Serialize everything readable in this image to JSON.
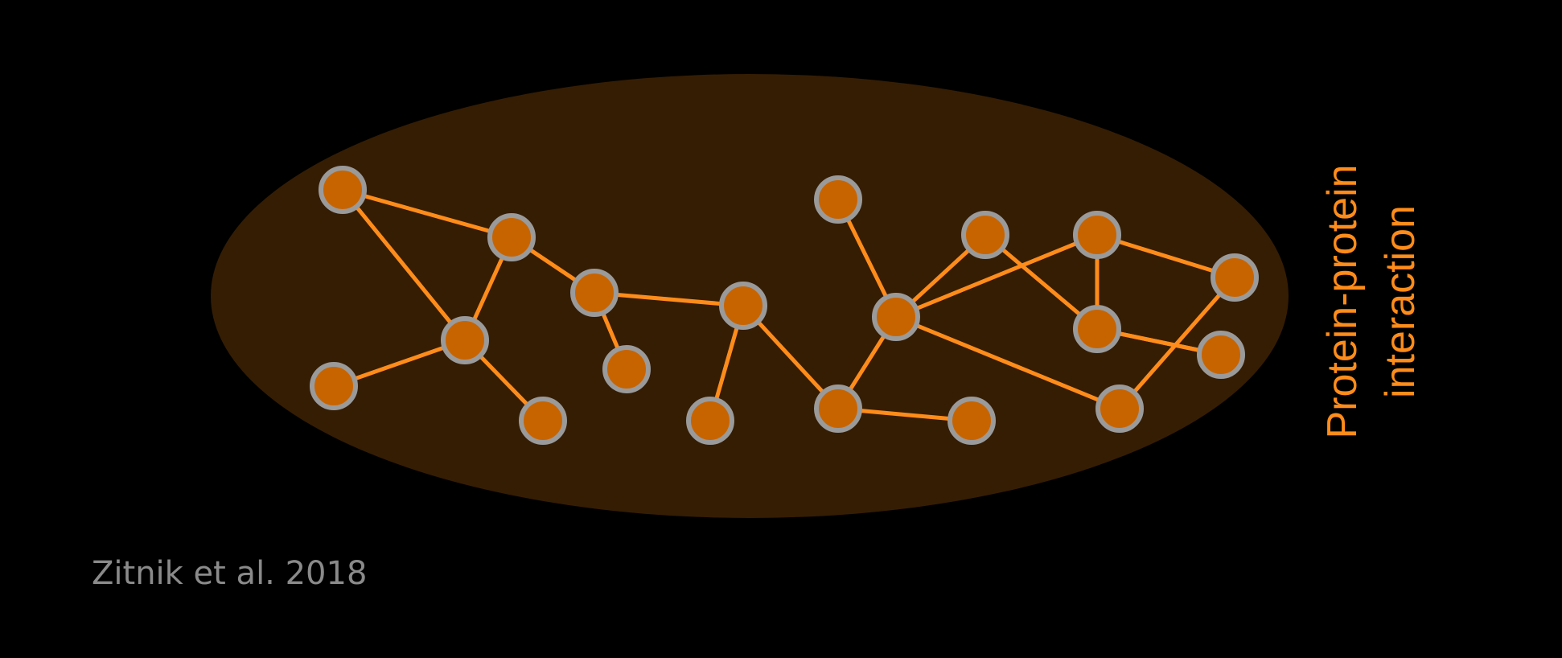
{
  "colors": {
    "background": "#000000",
    "cluster_fill": "#351d04",
    "edge": "#ff8c1a",
    "node_fill": "#c86400",
    "node_ring": "#9a9a9a",
    "label": "#ff8c1a",
    "citation": "#8a8a8a"
  },
  "label": {
    "line1": "Protein-protein",
    "line2": "interaction"
  },
  "citation": "Zitnik et al. 2018",
  "graph": {
    "nodes": [
      "n1",
      "n2",
      "n3",
      "n4",
      "n5",
      "n6",
      "n7",
      "n8",
      "n9",
      "n10",
      "n11",
      "n12",
      "n13",
      "n14",
      "n15",
      "n16",
      "n17",
      "n18",
      "n19",
      "n20",
      "n21"
    ],
    "edges": [
      [
        "n1",
        "n2"
      ],
      [
        "n1",
        "n3"
      ],
      [
        "n2",
        "n3"
      ],
      [
        "n3",
        "n4"
      ],
      [
        "n3",
        "n5"
      ],
      [
        "n2",
        "n6"
      ],
      [
        "n6",
        "n7"
      ],
      [
        "n6",
        "n8"
      ],
      [
        "n8",
        "n9"
      ],
      [
        "n8",
        "n10"
      ],
      [
        "n10",
        "n12"
      ],
      [
        "n10",
        "n13"
      ],
      [
        "n11",
        "n12"
      ],
      [
        "n12",
        "n14"
      ],
      [
        "n12",
        "n15"
      ],
      [
        "n12",
        "n16"
      ],
      [
        "n14",
        "n17"
      ],
      [
        "n15",
        "n17"
      ],
      [
        "n15",
        "n18"
      ],
      [
        "n17",
        "n20"
      ],
      [
        "n17",
        "n19"
      ],
      [
        "n18",
        "n21"
      ]
    ]
  }
}
